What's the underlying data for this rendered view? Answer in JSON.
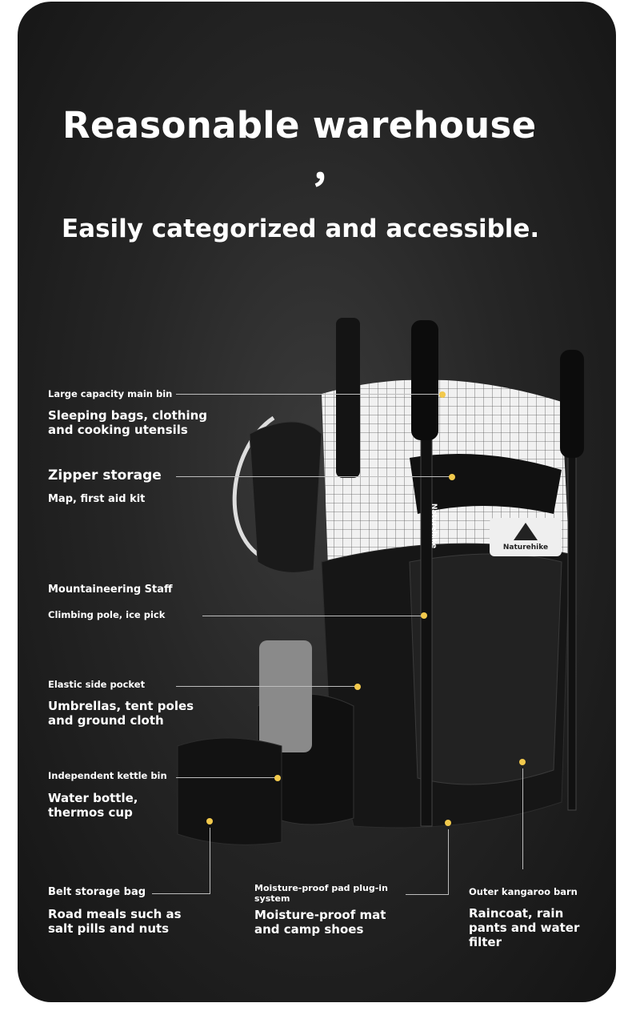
{
  "title": "Reasonable warehouse",
  "title_punct": "，",
  "subtitle": "Easily categorized and accessible.",
  "brand": "Naturehike",
  "accent_color": "#f2c94c",
  "features": [
    {
      "label": "Large capacity main bin",
      "detail": "Sleeping bags, clothing and cooking utensils"
    },
    {
      "label": "Zipper storage",
      "detail": "Map, first aid kit"
    },
    {
      "label": "Mountaineering Staff",
      "detail": "Climbing pole, ice pick"
    },
    {
      "label": "Elastic side pocket",
      "detail": "Umbrellas, tent poles and ground cloth"
    },
    {
      "label": "Independent kettle bin",
      "detail": "Water bottle, thermos cup"
    },
    {
      "label": "Belt storage bag",
      "detail": "Road meals such as salt pills and nuts"
    },
    {
      "label": "Moisture-proof pad plug-in system",
      "detail": "Moisture-proof mat and camp shoes"
    },
    {
      "label": "Outer kangaroo barn",
      "detail": "Raincoat, rain pants and water filter"
    }
  ]
}
